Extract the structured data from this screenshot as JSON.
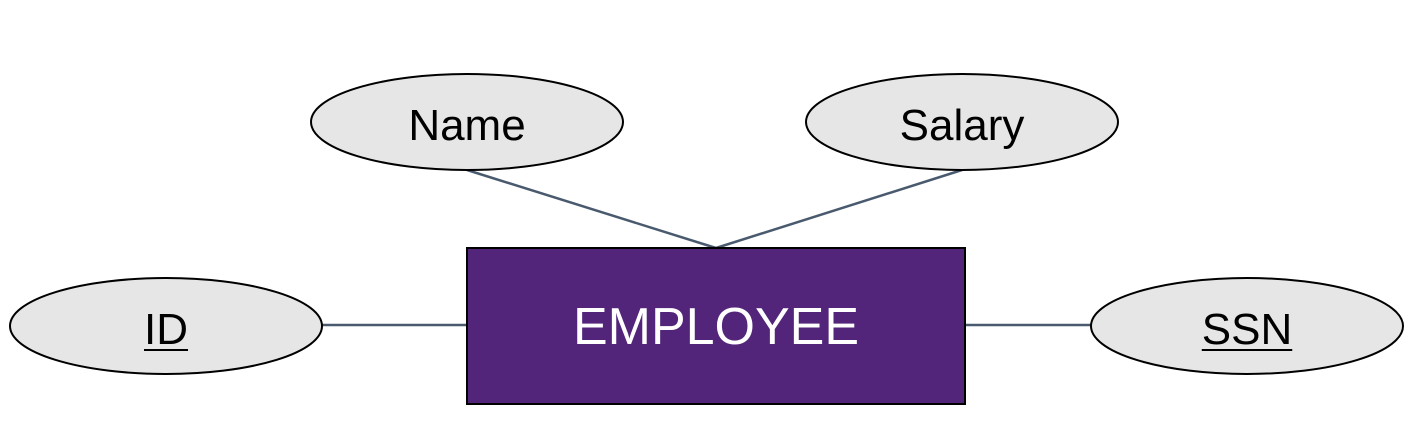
{
  "entity": {
    "label": "EMPLOYEE",
    "fill": "#52247a",
    "text_color": "#ffffff"
  },
  "attributes": [
    {
      "id": "name",
      "label": "Name",
      "key": false
    },
    {
      "id": "salary",
      "label": "Salary",
      "key": false
    },
    {
      "id": "id",
      "label": "ID",
      "key": true
    },
    {
      "id": "ssn",
      "label": "SSN",
      "key": true
    }
  ],
  "colors": {
    "attribute_fill": "#e6e6e6",
    "connector": "#4a5a6e",
    "outline": "#000000"
  }
}
